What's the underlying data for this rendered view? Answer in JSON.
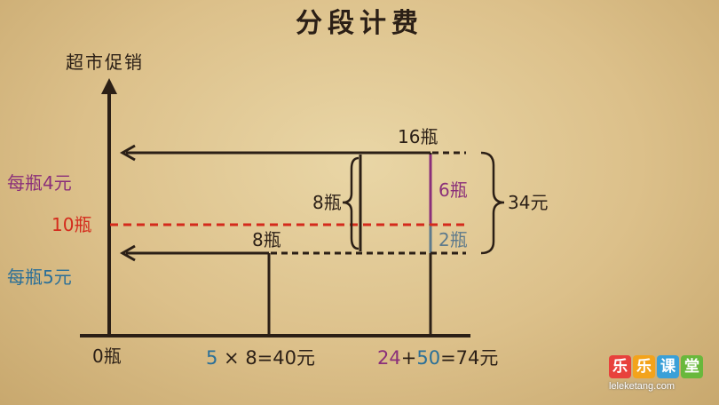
{
  "title": "分段计费",
  "y_axis_label": "超市促销",
  "labels": {
    "top_qty": "16瓶",
    "mid_qty": "8瓶",
    "low_qty": "8瓶",
    "split_qty": "10瓶",
    "zero": "0瓶",
    "price_high": "每瓶4元",
    "price_low": "每瓶5元",
    "seg_purple": "6瓶",
    "seg_slate": "2瓶",
    "sum_brace": "34元"
  },
  "formula_left": {
    "a": "5",
    "op": " × 8=40元"
  },
  "formula_right": {
    "a": "24",
    "plus": "+",
    "b": "50",
    "rest": "=74元"
  },
  "logo": {
    "chars": [
      "乐",
      "乐",
      "课",
      "堂"
    ],
    "url": "leleketang.com"
  },
  "colors": {
    "ink": "#2b1f16",
    "blue": "#2a6f98",
    "purple": "#8a2f7a",
    "red": "#d42a1c",
    "slate": "#5e7a8c",
    "logo_chars": [
      "#e8413c",
      "#f3a31b",
      "#3aa0d8",
      "#69b83c"
    ]
  }
}
